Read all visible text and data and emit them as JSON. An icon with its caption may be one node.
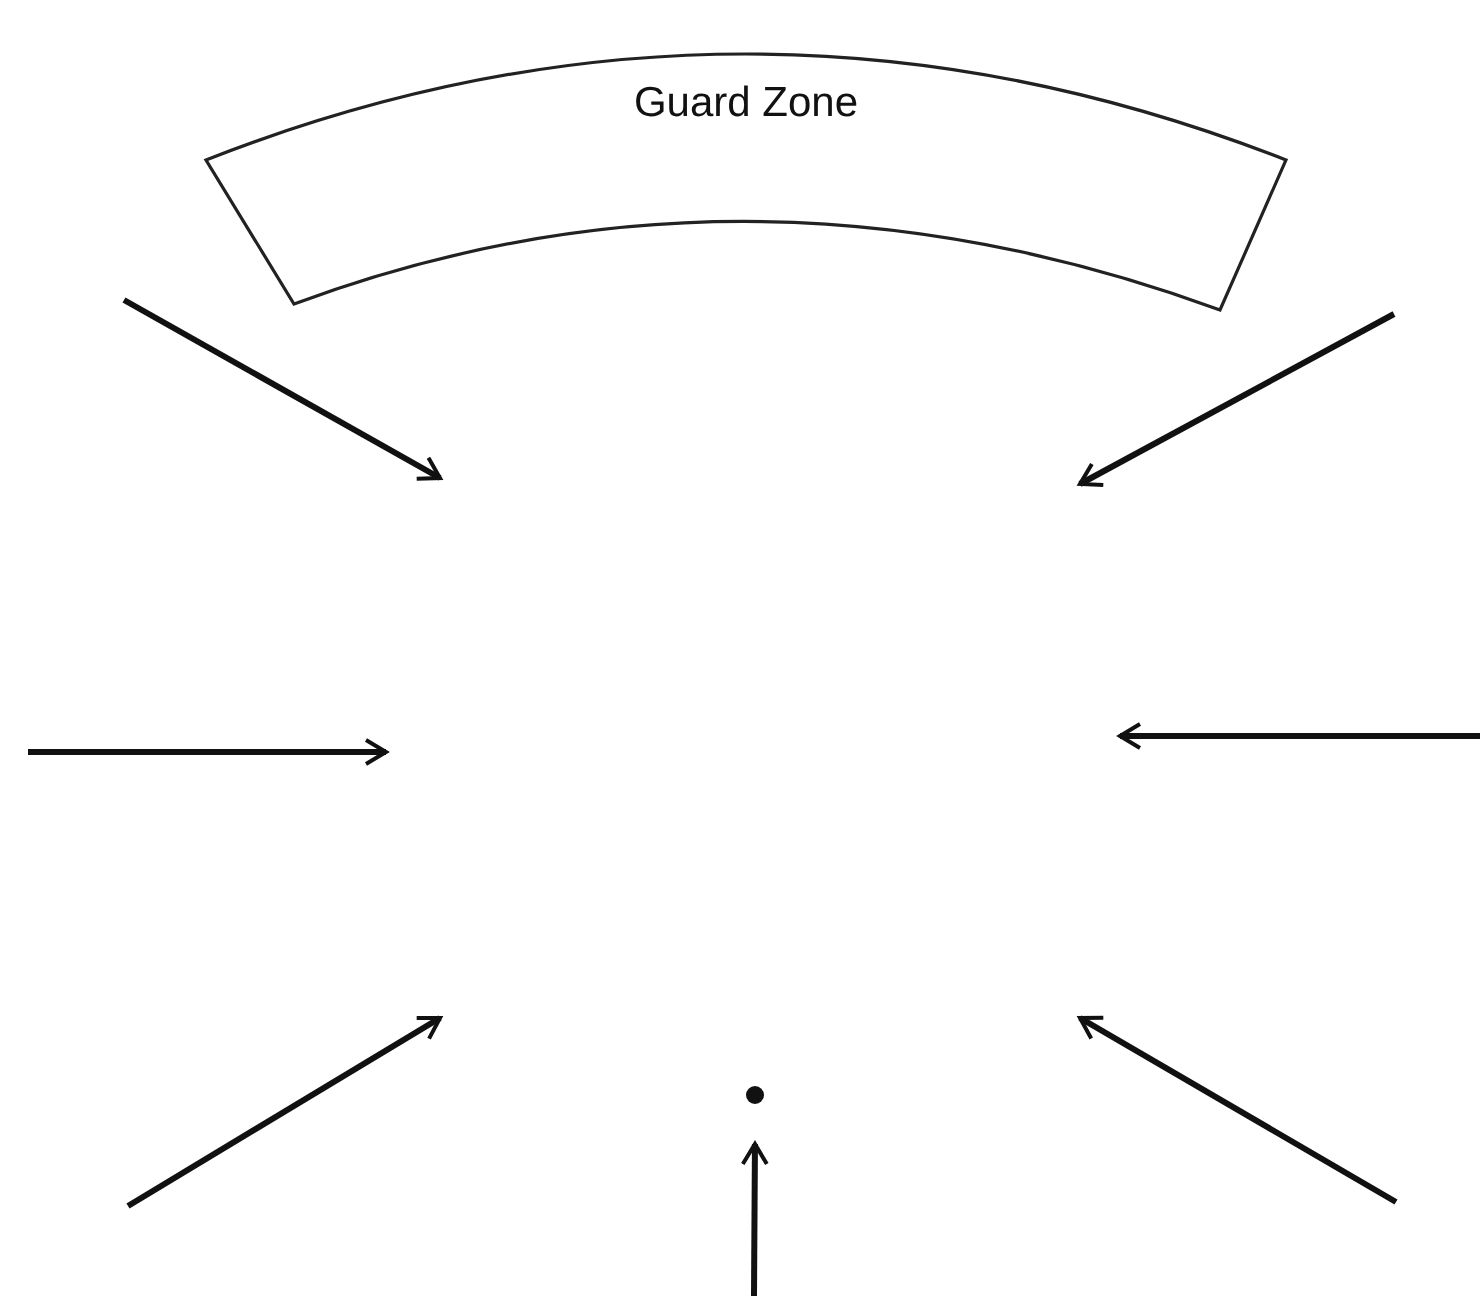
{
  "diagram": {
    "nodes": [
      {
        "text": [
          "Guard Zone"
        ]
      },
      {
        "text": [],
        "shape": "circle"
      }
    ],
    "edges": [
      {
        "from": null,
        "to": 1,
        "arrow": "to"
      }
    ]
  }
}
